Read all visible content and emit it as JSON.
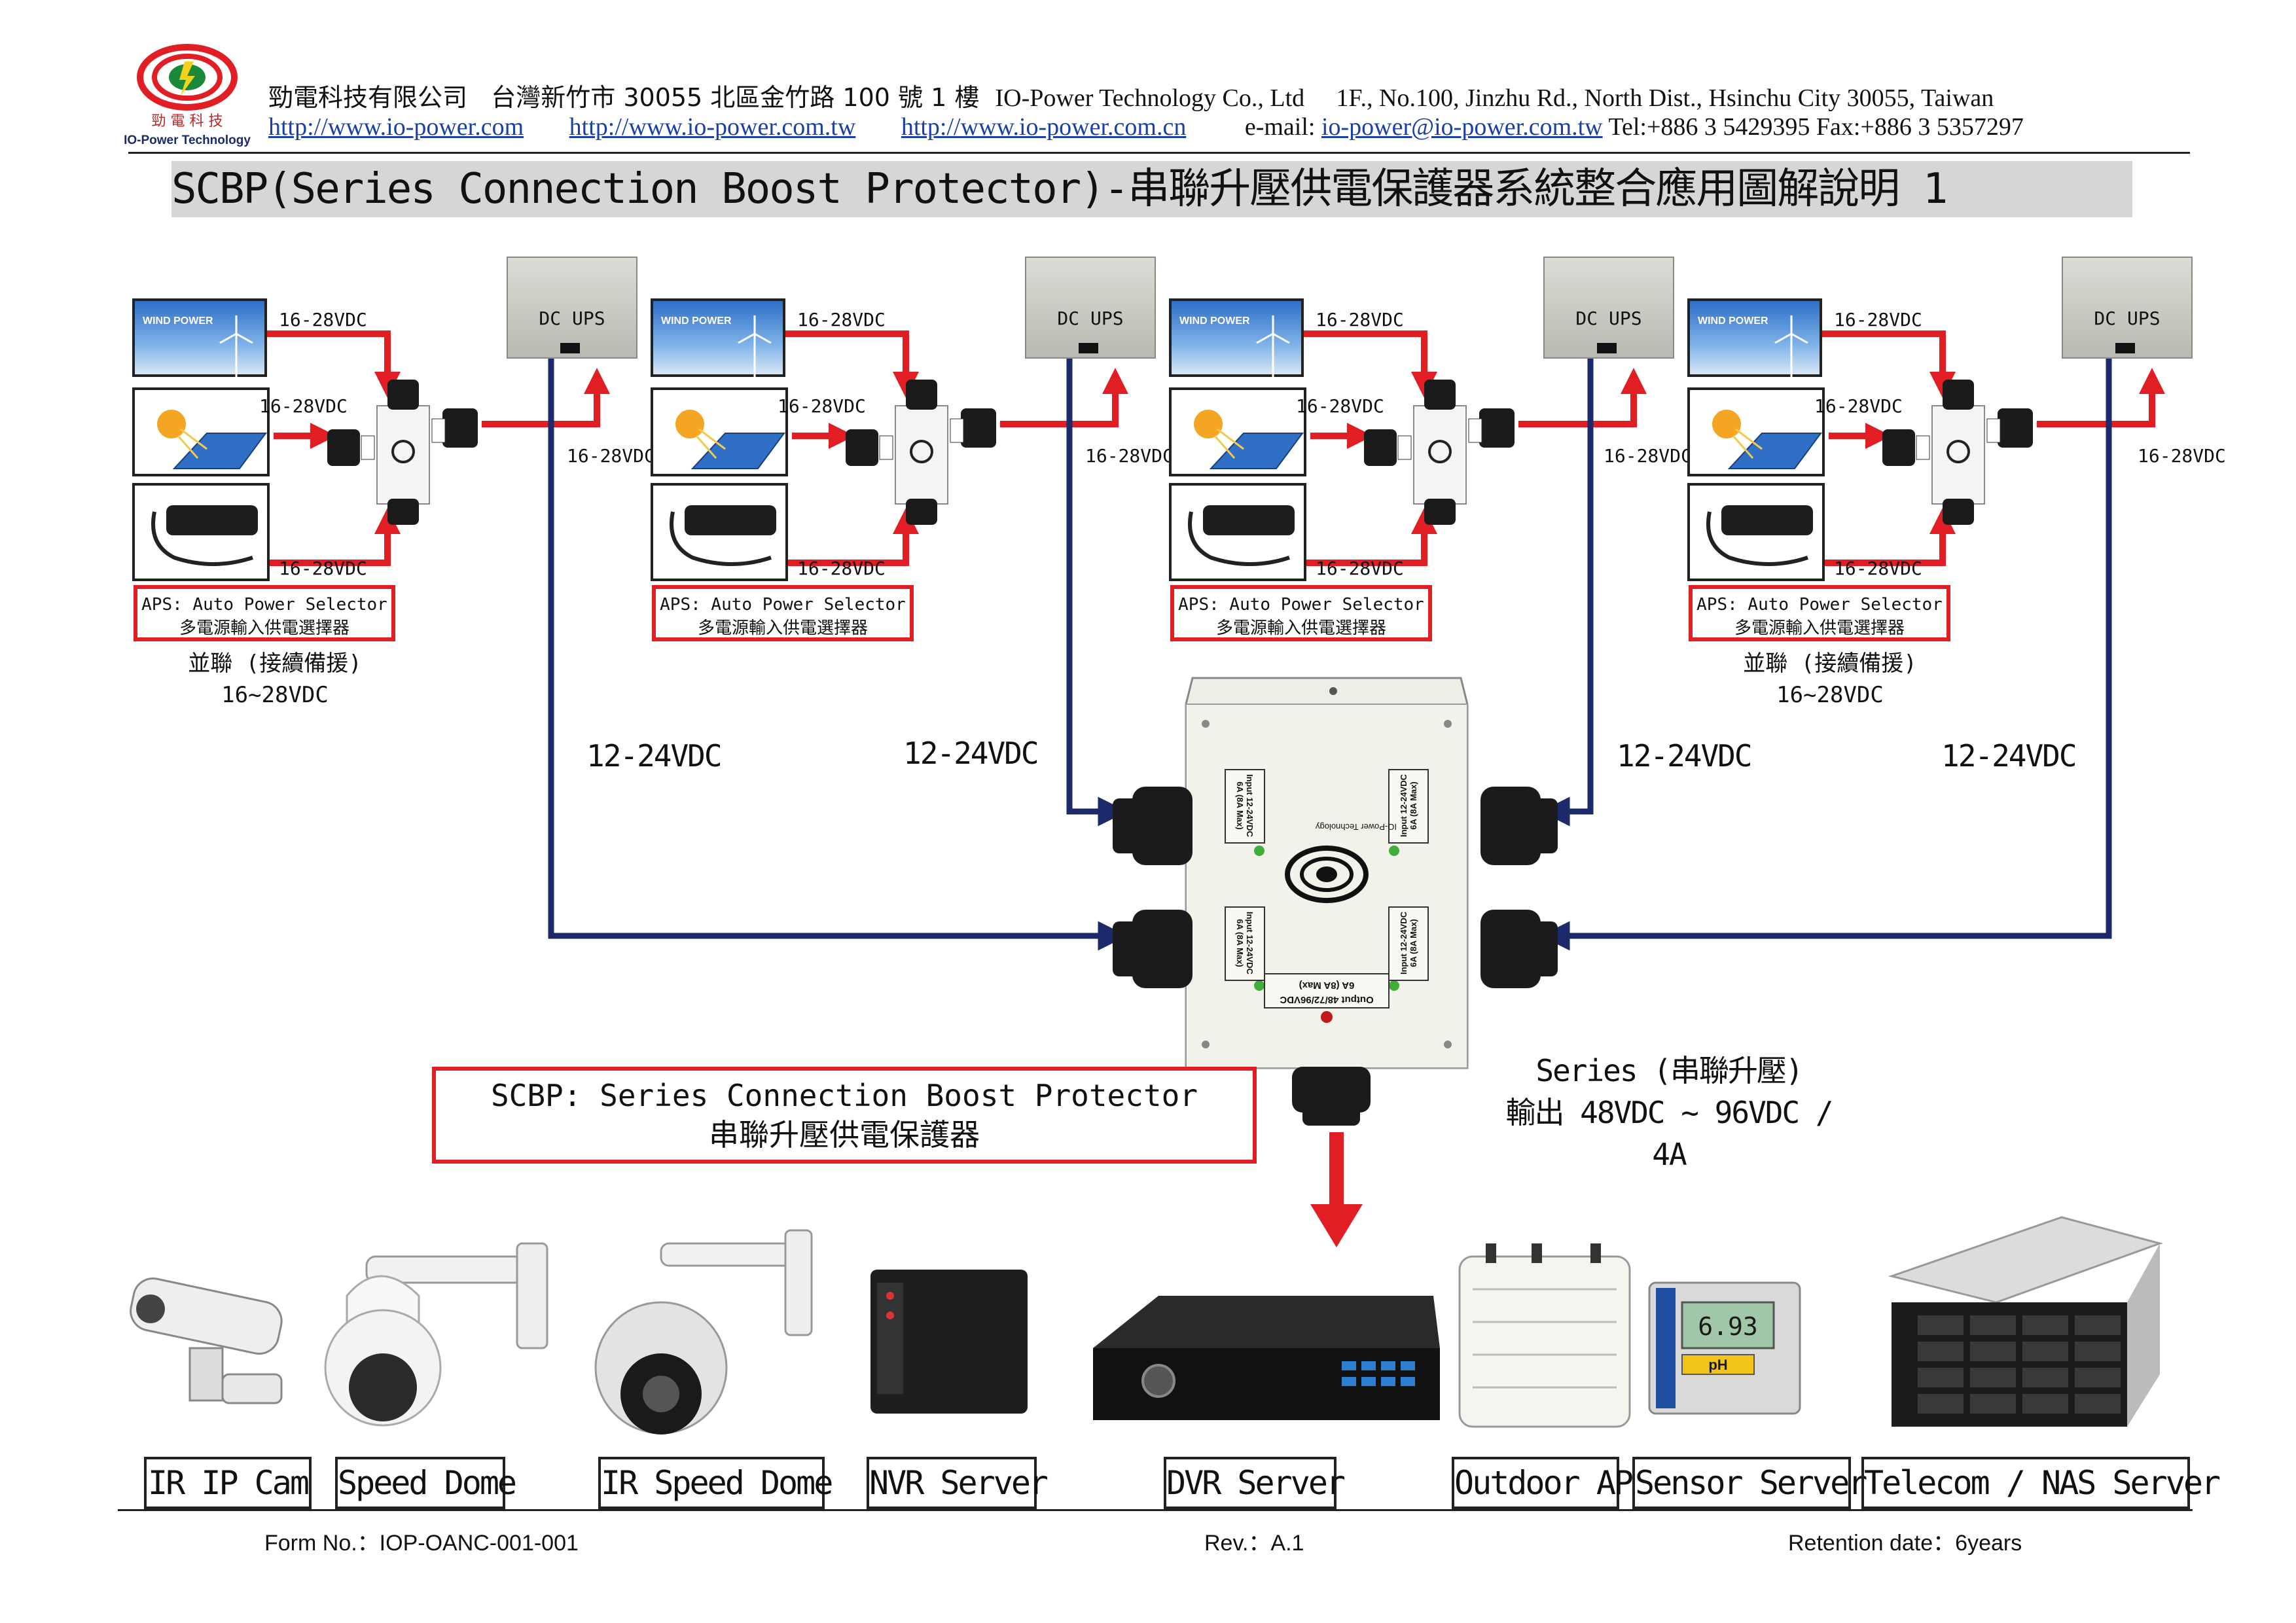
{
  "header": {
    "logo_text_zh": "勁 電 科 技",
    "logo_text_en": "IO-Power Technology",
    "company_zh": "勁電科技有限公司",
    "address_zh": "台灣新竹市 30055 北區金竹路 100 號 1 樓",
    "company_en": "IO-Power Technology Co., Ltd",
    "address_en": "1F., No.100, Jinzhu Rd., North Dist., Hsinchu City 30055, Taiwan",
    "links": [
      "http://www.io-power.com",
      "http://www.io-power.com.tw",
      "http://www.io-power.com.cn"
    ],
    "email_label": "e-mail:",
    "email": "io-power@io-power.com.tw",
    "contact": "Tel:+886 3 5429395 Fax:+886 3 5357297"
  },
  "title": "SCBP(Series Connection Boost Protector)-串聯升壓供電保護器系統整合應用圖解說明 1",
  "groups": [
    {
      "in_top": "16-28VDC",
      "in_mid": "16-28VDC",
      "in_bot": "16-28VDC",
      "out": "16-28VDC",
      "ups": "DC UPS",
      "aps_line1": "APS: Auto Power Selector",
      "aps_line2": "多電源輸入供電選擇器",
      "note1": "並聯 (接續備援)",
      "note2": "16~28VDC",
      "line_v": "12-24VDC"
    },
    {
      "in_top": "16-28VDC",
      "in_mid": "16-28VDC",
      "in_bot": "16-28VDC",
      "out": "16-28VDC",
      "ups": "DC UPS",
      "aps_line1": "APS: Auto Power Selector",
      "aps_line2": "多電源輸入供電選擇器",
      "note1": "",
      "note2": "",
      "line_v": "12-24VDC"
    },
    {
      "in_top": "16-28VDC",
      "in_mid": "16-28VDC",
      "in_bot": "16-28VDC",
      "out": "16-28VDC",
      "ups": "DC UPS",
      "aps_line1": "APS: Auto Power Selector",
      "aps_line2": "多電源輸入供電選擇器",
      "note1": "",
      "note2": "",
      "line_v": "12-24VDC"
    },
    {
      "in_top": "16-28VDC",
      "in_mid": "16-28VDC",
      "in_bot": "16-28VDC",
      "out": "16-28VDC",
      "ups": "DC UPS",
      "aps_line1": "APS: Auto Power Selector",
      "aps_line2": "多電源輸入供電選擇器",
      "note1": "並聯 (接續備援)",
      "note2": "16~28VDC",
      "line_v": "12-24VDC"
    }
  ],
  "thumbs": {
    "wind": "WIND POWER"
  },
  "scbp_box": {
    "input_label": "Input 12-24VDC",
    "input_sub": "6A (8A Max)",
    "output_label": "Output 48/72/96VDC",
    "output_sub": "6A (8A Max)",
    "brand": "IO-Power Technology"
  },
  "scbp_caption": {
    "line1": "SCBP: Series Connection Boost Protector",
    "line2": "串聯升壓供電保護器"
  },
  "series_caption": {
    "line1": "Series (串聯升壓)",
    "line2": "輸出 48VDC ~ 96VDC / 4A"
  },
  "devices": [
    "IR IP Cam",
    "Speed Dome",
    "IR Speed Dome",
    "NVR Server",
    "DVR Server",
    "Outdoor AP",
    "Sensor Server",
    "Telecom / NAS Server"
  ],
  "sensor_display": "6.93",
  "sensor_ph": "pH",
  "footer": {
    "form": "Form No.：IOP-OANC-001-001",
    "rev": "Rev.：A.1",
    "retention": "Retention date：6years"
  },
  "colors": {
    "red": "#e01e24",
    "navy": "#1c2a6b",
    "title_bg": "#d6d6d6"
  }
}
